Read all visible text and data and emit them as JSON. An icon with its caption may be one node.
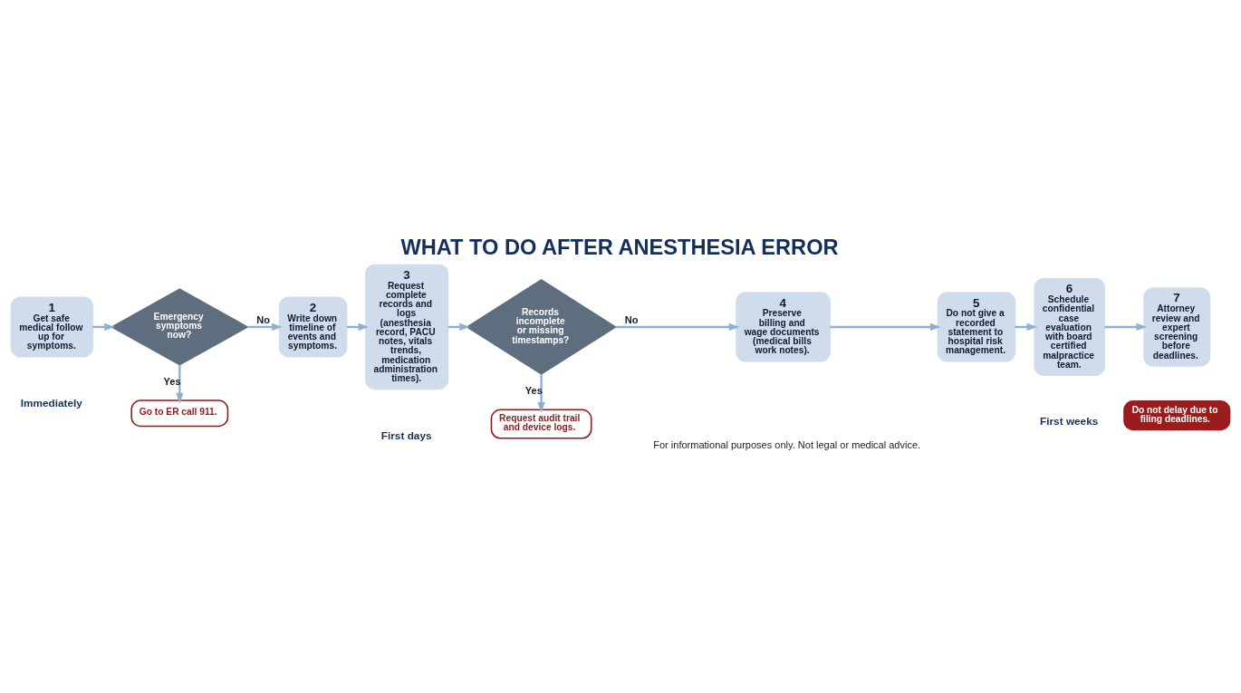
{
  "diagram": {
    "title": "WHAT TO DO AFTER ANESTHESIA ERROR",
    "caption": "For informational purposes only. Not legal or medical advice.",
    "nodes": [
      {
        "text": [
          "1",
          "Get safe medical follow up for symptoms."
        ]
      },
      {
        "text": [
          "Emergency symptoms now?"
        ]
      },
      {
        "text": [
          "Go to ER call 911."
        ]
      },
      {
        "text": [
          "2",
          "Write down timeline of events and symptoms."
        ]
      },
      {
        "text": [
          "3",
          "Request complete records and logs (anesthesia record, PACU notes, vitals trends, medication administration times)."
        ]
      },
      {
        "text": [
          "Records incomplete or missing timestamps?"
        ]
      },
      {
        "text": [
          "Request audit trail and device logs."
        ]
      },
      {
        "text": [
          "4",
          "Preserve billing and wage documents (medical bills work notes)."
        ]
      },
      {
        "text": [
          "5",
          "Do not give a recorded statement to hospital risk management."
        ]
      },
      {
        "text": [
          "6",
          "Schedule confidential case evaluation with board certified malpractice team."
        ]
      },
      {
        "text": [
          "7",
          "Attorney review and expert screening before deadlines."
        ]
      },
      {
        "text": [
          "Do not delay due to filing deadlines."
        ]
      }
    ],
    "edges": [
      {
        "from": 0,
        "to": 1,
        "arrow": "to"
      },
      {
        "from": 1,
        "to": 2,
        "arrow": "to",
        "label": "Yes"
      },
      {
        "from": 1,
        "to": 3,
        "arrow": "to",
        "label": "No"
      },
      {
        "from": 3,
        "to": 4,
        "arrow": "to"
      },
      {
        "from": 4,
        "to": 5,
        "arrow": "to"
      },
      {
        "from": 5,
        "to": 6,
        "arrow": "to",
        "label": "Yes"
      },
      {
        "from": 5,
        "to": 7,
        "arrow": "to",
        "label": "No"
      },
      {
        "from": 7,
        "to": 8,
        "arrow": "to"
      },
      {
        "from": 8,
        "to": 9,
        "arrow": "to"
      },
      {
        "from": 9,
        "to": 10,
        "arrow": "to"
      }
    ],
    "labels": [
      "Immediately",
      "First days",
      "First weeks"
    ]
  }
}
